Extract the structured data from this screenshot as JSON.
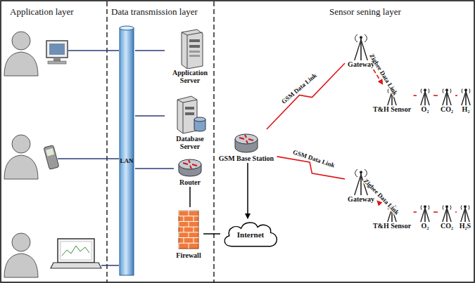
{
  "diagram": {
    "nodes": [
      {
        "text": [
          "LAN"
        ]
      },
      {
        "text": [
          "Application Server"
        ]
      },
      {
        "text": [
          "Database Server"
        ]
      },
      {
        "text": [
          "Router"
        ]
      },
      {
        "text": [
          "Firewall"
        ]
      },
      {
        "text": [
          "Internet"
        ]
      },
      {
        "text": [
          "GSM Base Station"
        ]
      },
      {
        "text": [
          "Gateway"
        ]
      },
      {
        "text": [
          "T&H Sensor"
        ]
      },
      {
        "text": [
          "O₂"
        ]
      },
      {
        "text": [
          "CO₂"
        ]
      },
      {
        "text": [
          "H₂"
        ]
      },
      {
        "text": [
          "Gateway"
        ]
      },
      {
        "text": [
          "T&H Sensor"
        ]
      },
      {
        "text": [
          "O₂"
        ]
      },
      {
        "text": [
          "CO₂"
        ]
      },
      {
        "text": [
          "H₂S"
        ]
      }
    ],
    "edges": [
      {
        "from": 1,
        "to": 0,
        "arrow": "none"
      },
      {
        "from": 2,
        "to": 0,
        "arrow": "none"
      },
      {
        "from": 3,
        "to": 0,
        "arrow": "none"
      },
      {
        "from": 3,
        "to": 4,
        "arrow": "none"
      },
      {
        "from": 4,
        "to": 5,
        "arrow": "none"
      },
      {
        "from": 6,
        "to": 5,
        "arrow": "to"
      },
      {
        "from": 6,
        "to": 7,
        "label": "GSM Data Link",
        "arrow": "none"
      },
      {
        "from": 6,
        "to": 12,
        "label": "GSM Data Link",
        "arrow": "none"
      },
      {
        "from": 7,
        "to": 8,
        "label": "Zigbee Data Link",
        "arrow": "to"
      },
      {
        "from": 8,
        "to": 9,
        "arrow": "none"
      },
      {
        "from": 9,
        "to": 10,
        "arrow": "none"
      },
      {
        "from": 10,
        "to": 11,
        "arrow": "none"
      },
      {
        "from": 12,
        "to": 13,
        "label": "Zigbee Data Link",
        "arrow": "to"
      },
      {
        "from": 13,
        "to": 14,
        "arrow": "none"
      },
      {
        "from": 14,
        "to": 15,
        "arrow": "none"
      },
      {
        "from": 15,
        "to": 16,
        "arrow": "none"
      }
    ],
    "labels": [
      "Application layer",
      "Data transmission layer",
      "Sensor sening layer"
    ]
  }
}
